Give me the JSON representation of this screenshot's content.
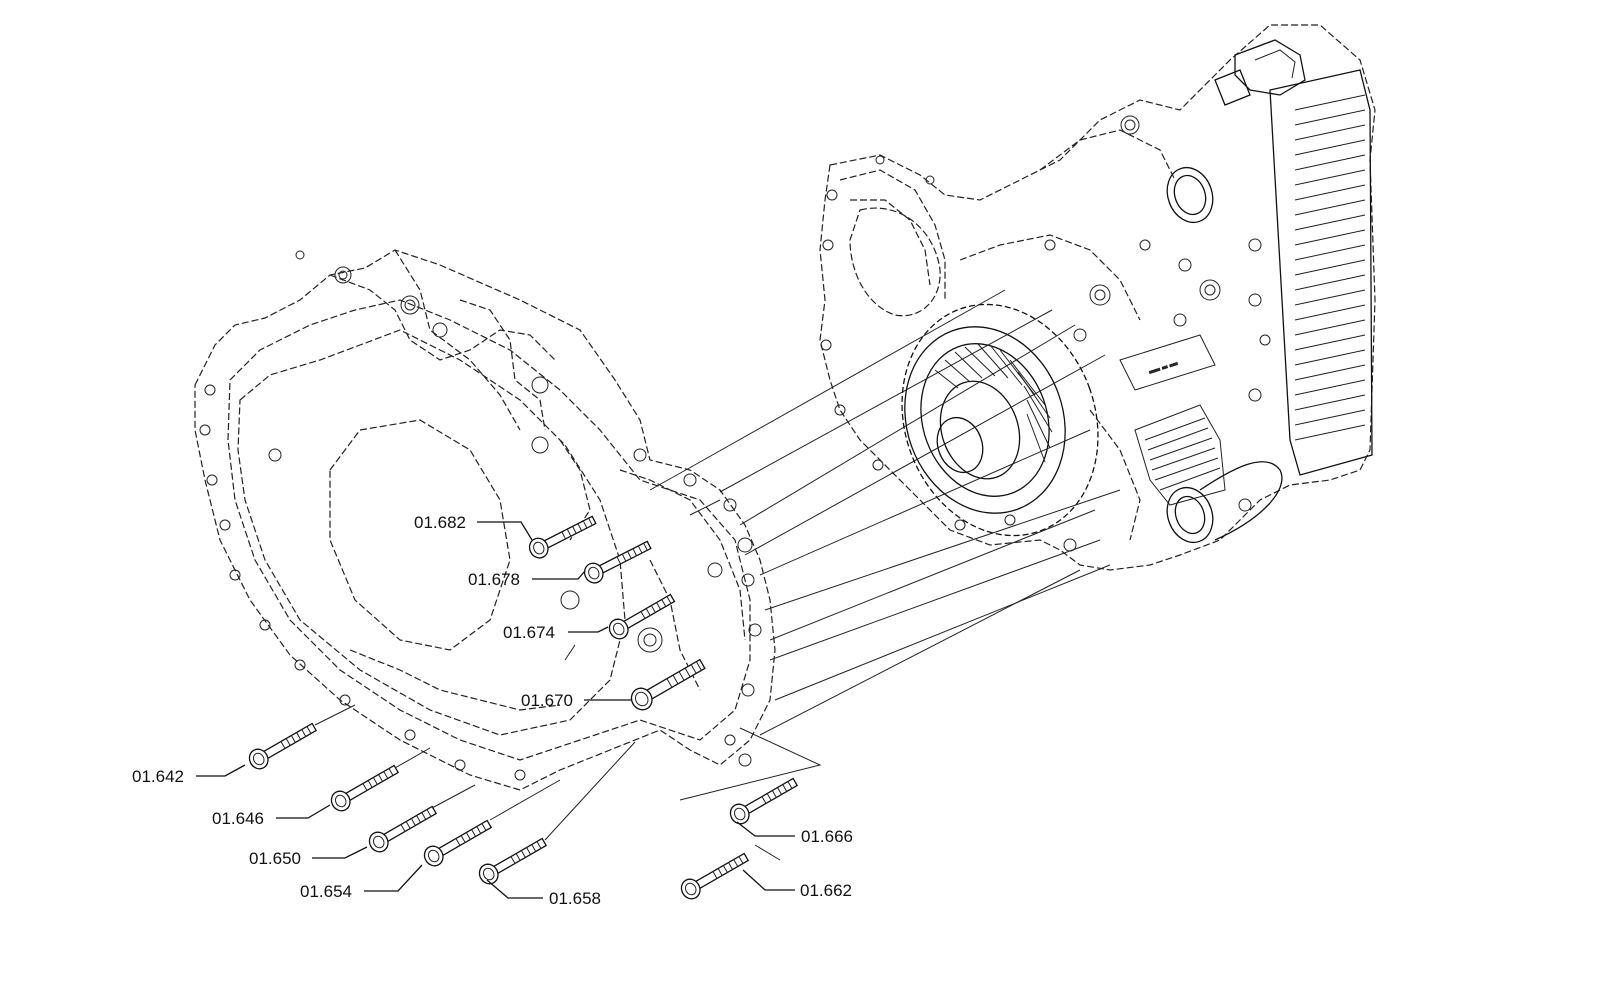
{
  "diagram": {
    "callouts": [
      {
        "id": "c682",
        "label": "01.682"
      },
      {
        "id": "c678",
        "label": "01.678"
      },
      {
        "id": "c674",
        "label": "01.674"
      },
      {
        "id": "c670",
        "label": "01.670"
      },
      {
        "id": "c642",
        "label": "01.642"
      },
      {
        "id": "c646",
        "label": "01.646"
      },
      {
        "id": "c650",
        "label": "01.650"
      },
      {
        "id": "c654",
        "label": "01.654"
      },
      {
        "id": "c658",
        "label": "01.658"
      },
      {
        "id": "c666",
        "label": "01.666"
      },
      {
        "id": "c662",
        "label": "01.662"
      }
    ]
  }
}
